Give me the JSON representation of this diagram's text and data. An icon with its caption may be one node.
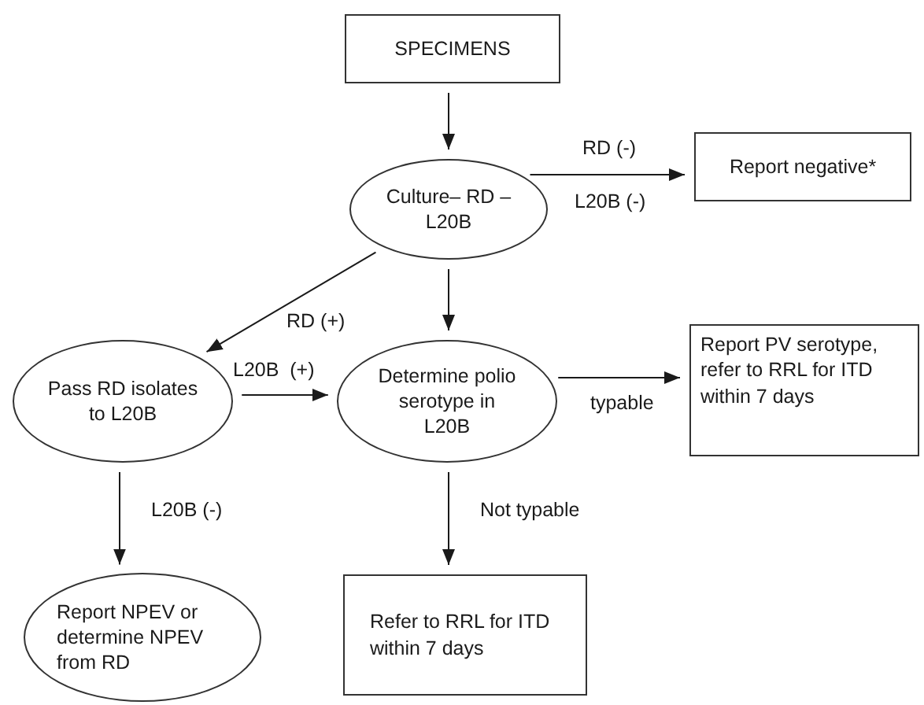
{
  "diagram": {
    "nodes": [
      {
        "text": [
          "SPECIMENS"
        ]
      },
      {
        "text": [
          "Culture– RD – L20B"
        ]
      },
      {
        "text": [
          "Report negative*"
        ]
      },
      {
        "text": [
          "Pass RD isolates to L20B"
        ]
      },
      {
        "text": [
          "Determine polio serotype in L20B"
        ]
      },
      {
        "text": [
          "Report PV serotype, refer to RRL for ITD within 7 days"
        ]
      },
      {
        "text": [
          "Report NPEV or determine NPEV from RD"
        ]
      },
      {
        "text": [
          "Refer to RRL for ITD within 7 days"
        ]
      }
    ],
    "edges": [
      {
        "from": 0,
        "to": 1,
        "arrow": "to"
      },
      {
        "from": 1,
        "to": 2,
        "arrow": "to",
        "label": "RD (-)"
      },
      {
        "from": 1,
        "to": 3,
        "arrow": "to",
        "label": "RD (+)"
      },
      {
        "from": 1,
        "to": 4,
        "arrow": "to"
      },
      {
        "from": 3,
        "to": 4,
        "arrow": "to",
        "label": "L20B  (+)"
      },
      {
        "from": 4,
        "to": 5,
        "arrow": "to",
        "label": "typable"
      },
      {
        "from": 3,
        "to": 6,
        "arrow": "to",
        "label": "L20B (-)"
      },
      {
        "from": 4,
        "to": 7,
        "arrow": "to",
        "label": "Not typable"
      }
    ],
    "labels": [
      "L20B (-)"
    ]
  }
}
